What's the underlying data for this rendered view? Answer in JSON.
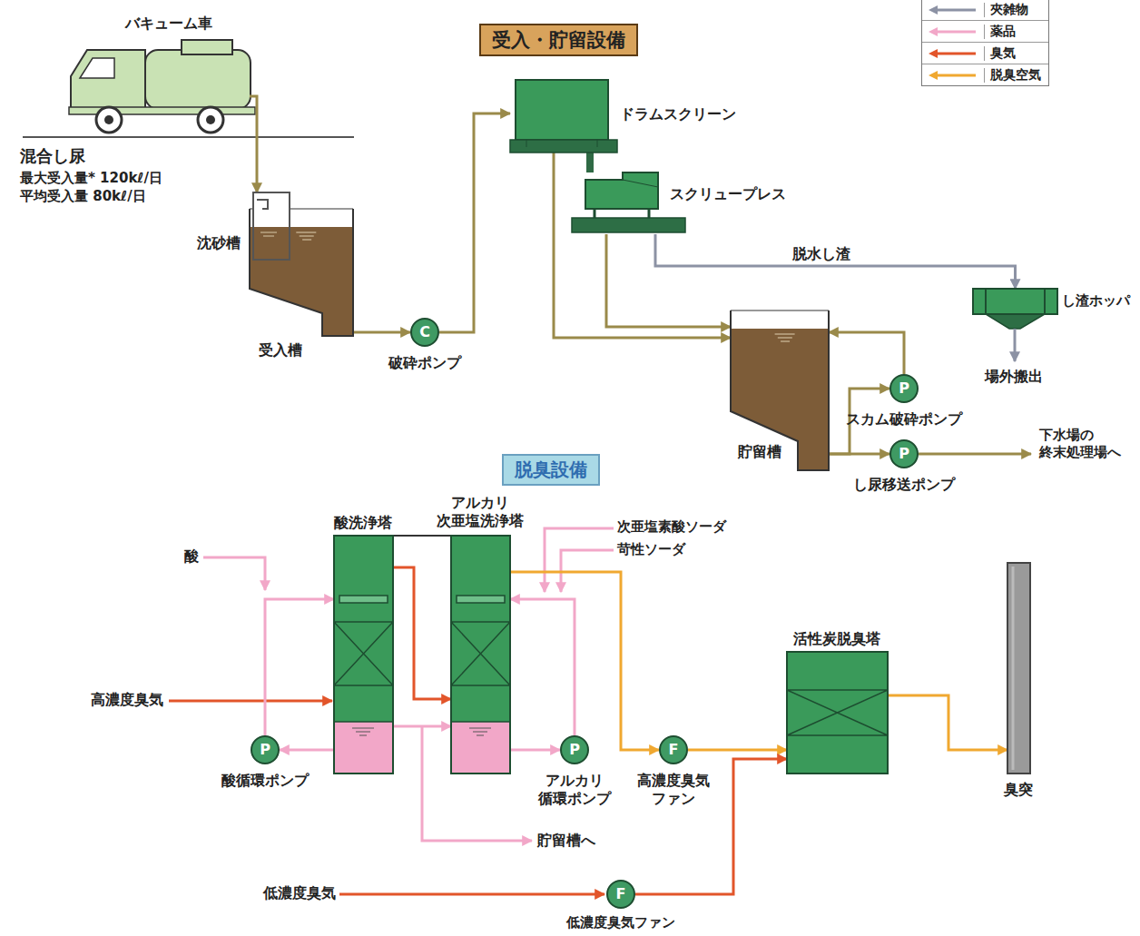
{
  "diagram": {
    "nodes": [
      {
        "text": [
          "受入・貯留設備"
        ]
      },
      {
        "text": [
          "バキューム車"
        ]
      },
      {
        "text": [
          "沈砂槽"
        ]
      },
      {
        "text": [
          "受入槽"
        ]
      },
      {
        "text": [
          "C",
          "破砕ポンプ"
        ]
      },
      {
        "text": [
          "ドラムスクリーン"
        ]
      },
      {
        "text": [
          "スクリュープレス"
        ]
      },
      {
        "text": [
          "し渣ホッパ"
        ]
      },
      {
        "text": [
          "貯留槽"
        ]
      },
      {
        "text": [
          "P",
          "スカム破砕ポンプ"
        ]
      },
      {
        "text": [
          "P",
          "し尿移送ポンプ"
        ]
      },
      {
        "text": [
          "脱臭設備"
        ]
      },
      {
        "text": [
          "酸洗浄塔"
        ]
      },
      {
        "text": [
          "アルカリ 次亜塩洗浄塔"
        ]
      },
      {
        "text": [
          "P",
          "酸循環ポンプ"
        ]
      },
      {
        "text": [
          "P",
          "アルカリ 循環ポンプ"
        ]
      },
      {
        "text": [
          "F",
          "高濃度臭気 ファン"
        ]
      },
      {
        "text": [
          "活性炭脱臭塔"
        ]
      },
      {
        "text": [
          "F",
          "低濃度臭気ファン"
        ]
      },
      {
        "text": [
          "臭突"
        ]
      }
    ],
    "edges": [
      {
        "from": 1,
        "to": 2,
        "arrow": "to"
      },
      {
        "from": 3,
        "to": 4,
        "arrow": "to"
      },
      {
        "from": 4,
        "to": 5,
        "arrow": "to"
      },
      {
        "from": 5,
        "to": 6,
        "arrow": "none"
      },
      {
        "from": 5,
        "to": 8,
        "arrow": "to"
      },
      {
        "from": 6,
        "to": 8,
        "arrow": "to"
      },
      {
        "from": 6,
        "to": 7,
        "label": "脱水し渣",
        "arrow": "to"
      },
      {
        "from": 8,
        "to": 9,
        "arrow": "to"
      },
      {
        "from": 9,
        "to": 8,
        "arrow": "to"
      },
      {
        "from": 8,
        "to": 10,
        "arrow": "to"
      },
      {
        "from": 12,
        "to": 13,
        "arrow": "to"
      },
      {
        "from": 12,
        "to": 14,
        "arrow": "to"
      },
      {
        "from": 14,
        "to": 12,
        "arrow": "to"
      },
      {
        "from": 13,
        "to": 15,
        "arrow": "to"
      },
      {
        "from": 15,
        "to": 13,
        "arrow": "to"
      },
      {
        "from": 13,
        "to": 16,
        "arrow": "to"
      },
      {
        "from": 16,
        "to": 17,
        "arrow": "to"
      },
      {
        "from": 18,
        "to": 17,
        "arrow": "to"
      },
      {
        "from": 17,
        "to": 19,
        "arrow": "to"
      },
      {
        "from": 12,
        "to": 13,
        "arrow": "to"
      }
    ],
    "labels": [
      "混合し尿",
      "最大受入量* 120kℓ/日",
      "平均受入量 80kℓ/日",
      "場外搬出",
      "下水場の 終末処理場へ",
      "酸",
      "高濃度臭気",
      "次亜塩素酸ソーダ",
      "苛性ソーダ",
      "貯留槽へ",
      "低濃度臭気"
    ],
    "legend": [
      {
        "text": "夾雑物",
        "color": "#8c92a4"
      },
      {
        "text": "薬品",
        "color": "#f2a7c8"
      },
      {
        "text": "臭気",
        "color": "#e2552a"
      },
      {
        "text": "脱臭空気",
        "color": "#f0a830"
      }
    ]
  }
}
